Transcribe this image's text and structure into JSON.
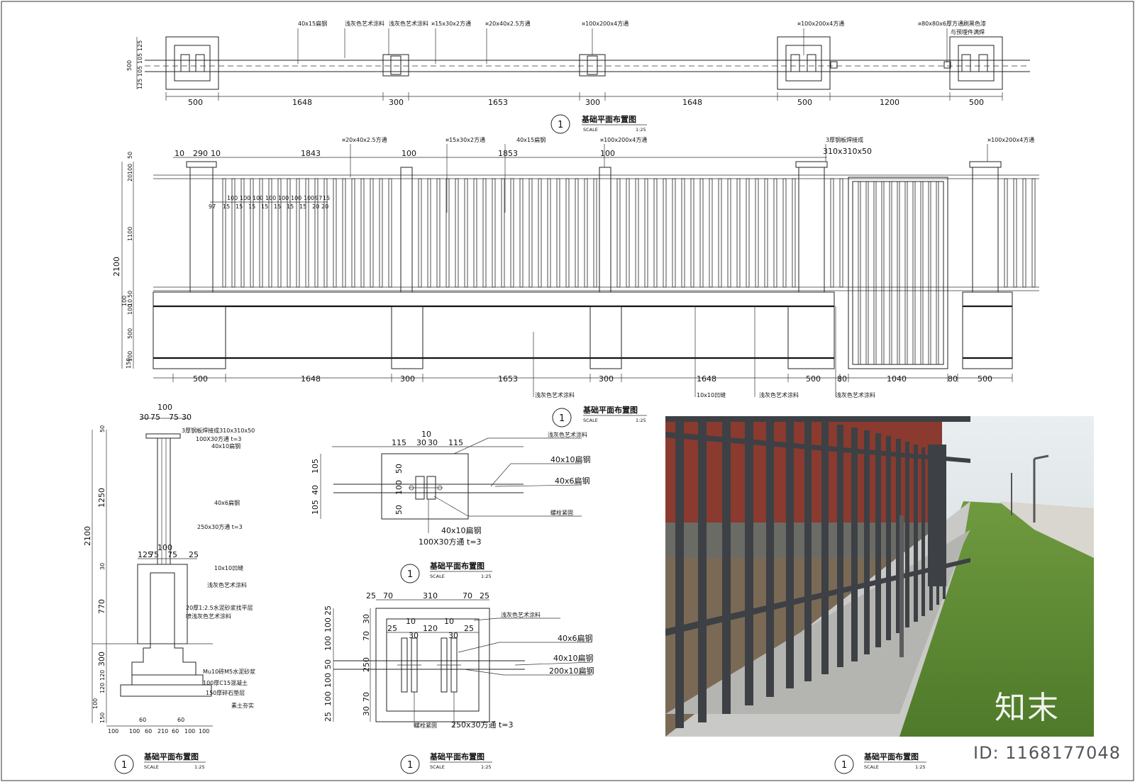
{
  "plan": {
    "notes": [
      "40x15扁钢",
      "浅灰色艺术涂料",
      "浅灰色艺术涂料",
      "¤15x30x2方通",
      "¤20x40x2.5方通",
      "¤100x200x4方通",
      "¤100x200x4方通",
      "¤80x80x6厚方通刷黑色漆",
      "与预埋件满焊"
    ],
    "dims_bottom": [
      "500",
      "1648",
      "300",
      "1653",
      "300",
      "1648",
      "500",
      "1200",
      "500"
    ],
    "dims_left": [
      "500",
      "125",
      "105",
      "105",
      "125"
    ],
    "label": {
      "num": "1",
      "title": "基础平面布置图",
      "scale_word": "SCALE",
      "scale": "1:25"
    }
  },
  "elevation": {
    "top_dims": [
      "10",
      "290",
      "10",
      "1843",
      "100",
      "1853",
      "100",
      "310x310x50"
    ],
    "top_notes": [
      "¤20x40x2.5方通",
      "¤15x30x2方通",
      "40x15扁钢",
      "¤100x200x4方通",
      "3厚钢板焊接成",
      "¤100x200x4方通"
    ],
    "bar_dims_top": [
      "100",
      "100",
      "100",
      "100",
      "100",
      "100",
      "100",
      "97",
      "15"
    ],
    "bar_dims_bottom": [
      "97",
      "15",
      "15",
      "15",
      "15",
      "15",
      "15",
      "15",
      "20",
      "20"
    ],
    "left_dims": [
      "50",
      "100",
      "20",
      "1100",
      "2100",
      "100",
      "50",
      "10",
      "100",
      "500",
      "150",
      "100"
    ],
    "dims_bottom": [
      "500",
      "1648",
      "300",
      "1653",
      "300",
      "1648",
      "500",
      "80",
      "1040",
      "80",
      "500"
    ],
    "bottom_notes": [
      "浅灰色艺术涂料",
      "10x10凹缝",
      "浅灰色艺术涂料",
      "浅灰色艺术涂料"
    ],
    "label": {
      "num": "1",
      "title": "基础平面布置图",
      "scale_word": "SCALE",
      "scale": "1:25"
    }
  },
  "section": {
    "top_dims": [
      "100",
      "30",
      "75",
      "75",
      "30"
    ],
    "mid_dims": [
      "125",
      "75",
      "100",
      "75",
      "25"
    ],
    "left_dims": [
      "50",
      "1250",
      "2100",
      "30",
      "770",
      "300",
      "120",
      "120",
      "100",
      "150"
    ],
    "bottom_dims": [
      "60",
      "60",
      "100",
      "100",
      "60",
      "210",
      "60",
      "100",
      "100"
    ],
    "notes": [
      "3厚钢板焊接成310x310x50",
      "100X30方通 t=3",
      "40x10扁钢",
      "40x6扁钢",
      "250x30方通 t=3",
      "10x10凹缝",
      "浅灰色艺术涂料",
      "20厚1:2.5水泥砂浆找平层",
      "喷浅灰色艺术涂料",
      "Mu10砖M5水泥砂浆",
      "100厚C15混凝土",
      "150厚碎石垫层",
      "素土夯实"
    ],
    "label": {
      "num": "1",
      "title": "基础平面布置图",
      "scale_word": "SCALE",
      "scale": "1:25"
    }
  },
  "detail1": {
    "top_dims": [
      "115",
      "10",
      "30",
      "30",
      "115"
    ],
    "left_dims": [
      "105",
      "40",
      "105"
    ],
    "inner_dims": [
      "50",
      "100",
      "50"
    ],
    "notes": [
      "浅灰色艺术涂料",
      "40x10扁钢",
      "40x6扁钢",
      "螺栓紧固",
      "40x10扁钢",
      "100X30方通 t=3"
    ],
    "label": {
      "num": "1",
      "title": "基础平面布置图",
      "scale_word": "SCALE",
      "scale": "1:25"
    }
  },
  "detail2": {
    "top_dims": [
      "25",
      "70",
      "310",
      "70",
      "25"
    ],
    "inner_top": [
      "25",
      "10",
      "120",
      "10",
      "25",
      "30",
      "30"
    ],
    "left_dims": [
      "25",
      "100",
      "100",
      "50",
      "100",
      "100",
      "25"
    ],
    "inner_left": [
      "30",
      "70",
      "250",
      "70",
      "30"
    ],
    "notes": [
      "浅灰色艺术涂料",
      "40x6扁钢",
      "40x10扁钢",
      "200x10扁钢",
      "螺栓紧固",
      "250x30方通 t=3"
    ],
    "label": {
      "num": "1",
      "title": "基础平面布置图",
      "scale_word": "SCALE",
      "scale": "1:25"
    }
  },
  "photo_label": {
    "num": "1",
    "title": "基础平面布置图",
    "scale_word": "SCALE",
    "scale": "1:25"
  },
  "watermark": {
    "logo": "知末",
    "id": "ID: 1168177048"
  }
}
